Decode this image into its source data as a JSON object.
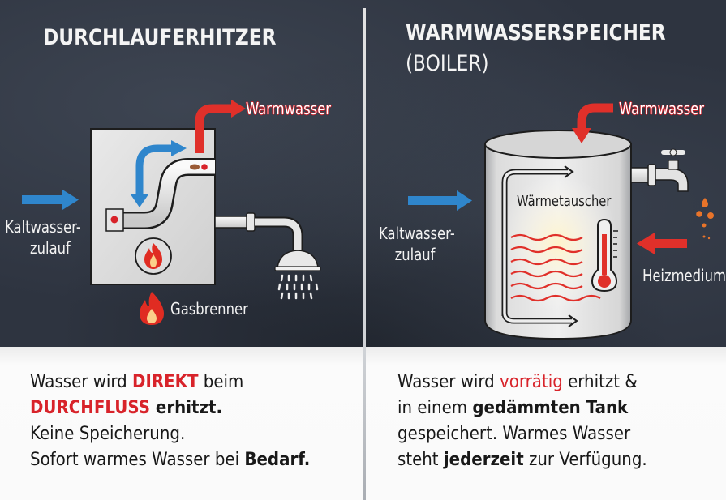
{
  "colors": {
    "board_bg": "#2e3440",
    "panel_bg": "#f7f7f7",
    "accent_red": "#d8232a",
    "arrow_blue": "#2f86cc",
    "text_dark": "#181818",
    "text_light": "#f2f2f2"
  },
  "left": {
    "title": "DURCHLAUFERHITZER",
    "labels": {
      "warmwasser": "Warmwasser",
      "kaltwasser_line1": "Kaltwasser-",
      "kaltwasser_line2": "zulauf",
      "gasbrenner": "Gasbrenner"
    },
    "icons": [
      "flow-heater-unit",
      "cold-water-arrow",
      "warm-water-arrow",
      "flame-icon",
      "shower-head-icon"
    ],
    "description": {
      "line1_pre": "Wasser wird ",
      "line1_em": "DIREKT",
      "line1_post": " beim",
      "line2_em": "DURCHFLUSS",
      "line2_bold": " erhitzt.",
      "line3": "Keine Speicherung.",
      "line4_pre": "Sofort warmes Wasser bei ",
      "line4_bold": "Bedarf",
      "line4_post": "."
    }
  },
  "right": {
    "title": "WARMWASSERSPEICHER",
    "subtitle": "(BOILER)",
    "labels": {
      "warmwasser": "Warmwasser",
      "kaltwasser_line1": "Kaltwasser-",
      "kaltwasser_line2": "zulauf",
      "waermetauscher": "Wärmetauscher",
      "heizmedium": "Heizmedium"
    },
    "icons": [
      "storage-tank",
      "thermometer-icon",
      "faucet-icon",
      "heating-medium-arrow",
      "cold-water-arrow",
      "warm-water-arrow"
    ],
    "description": {
      "line1_pre": "Wasser wird ",
      "line1_em": "vorrätig",
      "line1_post": " erhitzt &",
      "line2_pre": "in einem ",
      "line2_bold": "gedämmten Tank",
      "line3": "gespeichert. Warmes Wasser",
      "line4_pre": "steht ",
      "line4_bold": "jederzeit",
      "line4_post": " zur Verfügung."
    }
  }
}
